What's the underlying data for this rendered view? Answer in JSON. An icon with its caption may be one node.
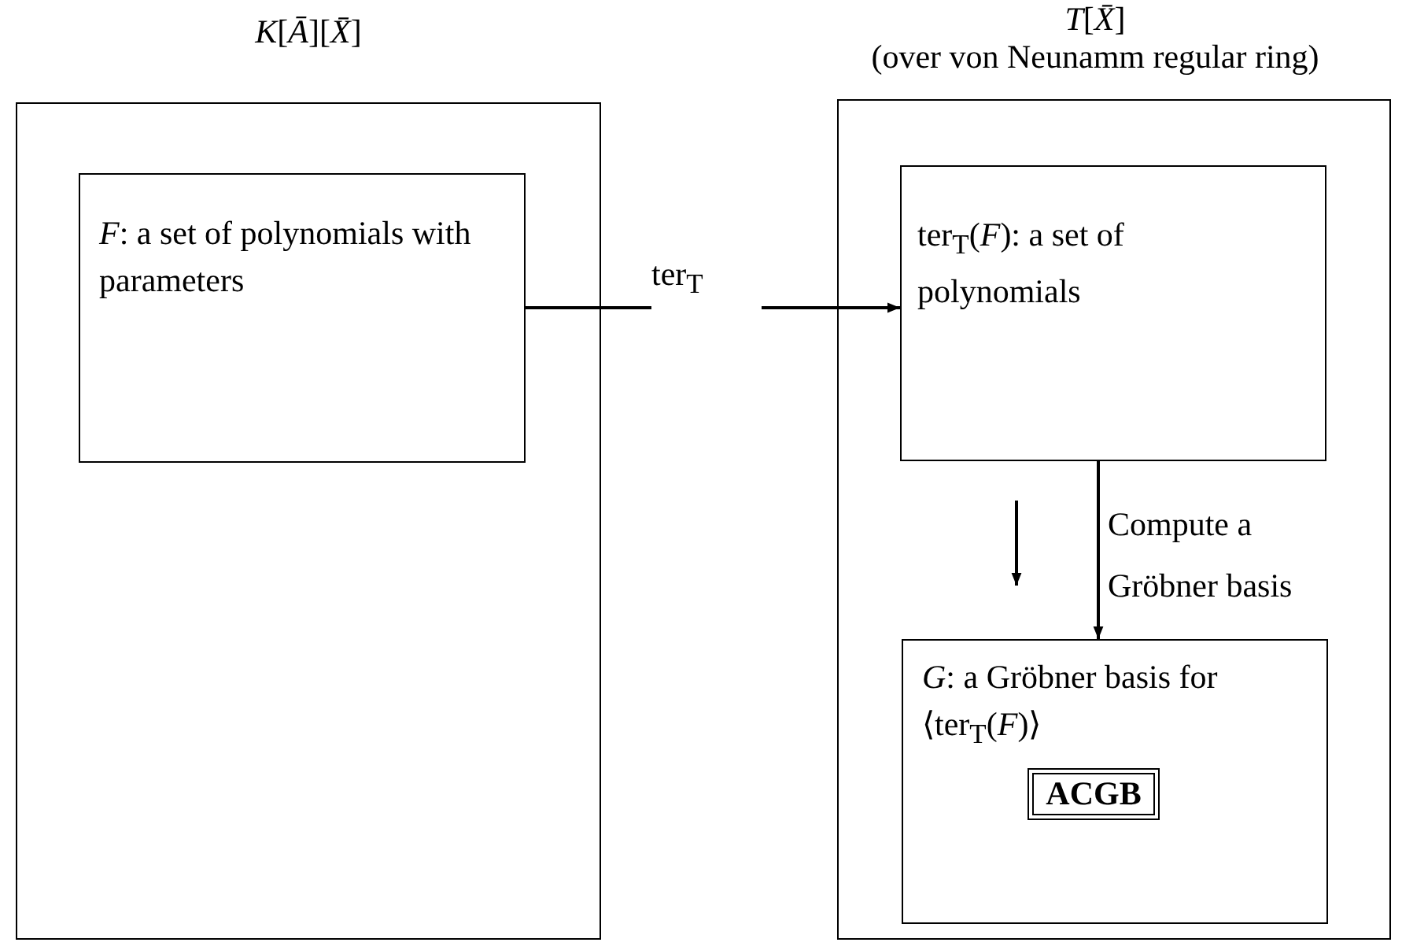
{
  "diagram": {
    "nodes": [
      {
        "text": [
          "*K*[*Ā*][*X̄*]"
        ]
      },
      {
        "text": [
          "*F*: a set of polynomials with parameters"
        ],
        "in": 0
      },
      {
        "text": [
          "*T*[*X̄*]",
          "(over von Neunamm regular ring)"
        ]
      },
      {
        "text": [
          "ter$_{T}$(*F*): a set of polynomials"
        ],
        "in": 2
      },
      {
        "text": [
          "*G*: a Gröbner basis for ⟨ter$_{T}$(*F*)⟩"
        ],
        "in": 2
      },
      {
        "text": [
          "ACGB"
        ],
        "in": 4
      }
    ],
    "edges": [
      {
        "from": 1,
        "to": 3,
        "arrow": "to",
        "label": "ter$_{T}$"
      },
      {
        "from": 3,
        "to": 4,
        "arrow": "to",
        "label": "Compute a Gröbner basis"
      }
    ]
  }
}
